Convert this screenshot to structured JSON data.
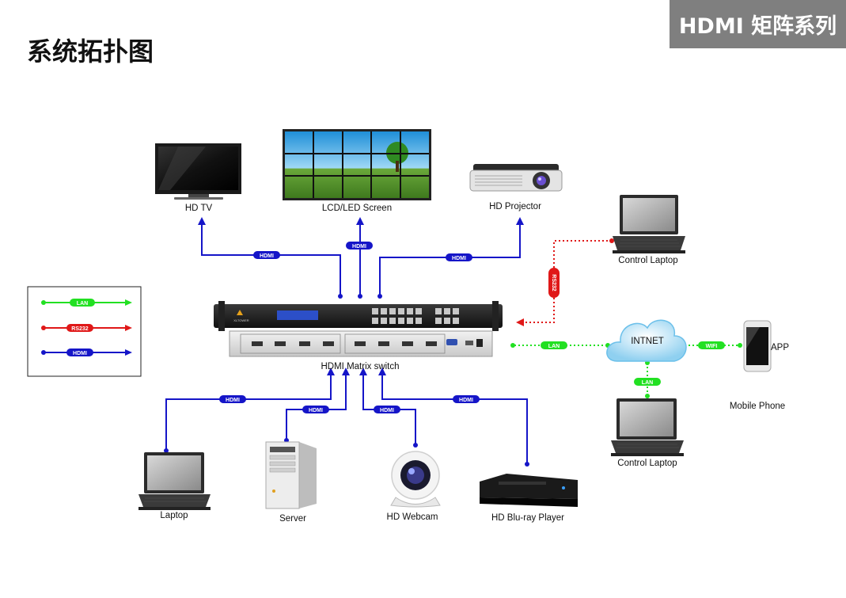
{
  "header": {
    "title": "系统拓扑图",
    "series_badge": "HDMI 矩阵系列"
  },
  "legend": [
    {
      "label": "LAN",
      "color": "#22e022"
    },
    {
      "label": "RS232",
      "color": "#e01818"
    },
    {
      "label": "HDMI",
      "color": "#1515c8"
    }
  ],
  "devices": {
    "hd_tv": "HD TV",
    "lcd_led_screen": "LCD/LED Screen",
    "hd_projector": "HD Projector",
    "control_laptop_top": "Control Laptop",
    "matrix_switch": "HDMI Matrix switch",
    "internet": "INTNET",
    "mobile_phone": "Mobile Phone",
    "app": "APP",
    "control_laptop_bottom": "Control Laptop",
    "laptop": "Laptop",
    "server": "Server",
    "hd_webcam": "HD Webcam",
    "blu_ray": "HD Blu-ray Player"
  },
  "connections": {
    "hdmi": "HDMI",
    "lan": "LAN",
    "rs232": "RS232",
    "wifi": "WIFI"
  },
  "colors": {
    "hdmi": "#1515c8",
    "lan": "#22e022",
    "rs232": "#e01818",
    "badge": "#7f7f7f"
  }
}
